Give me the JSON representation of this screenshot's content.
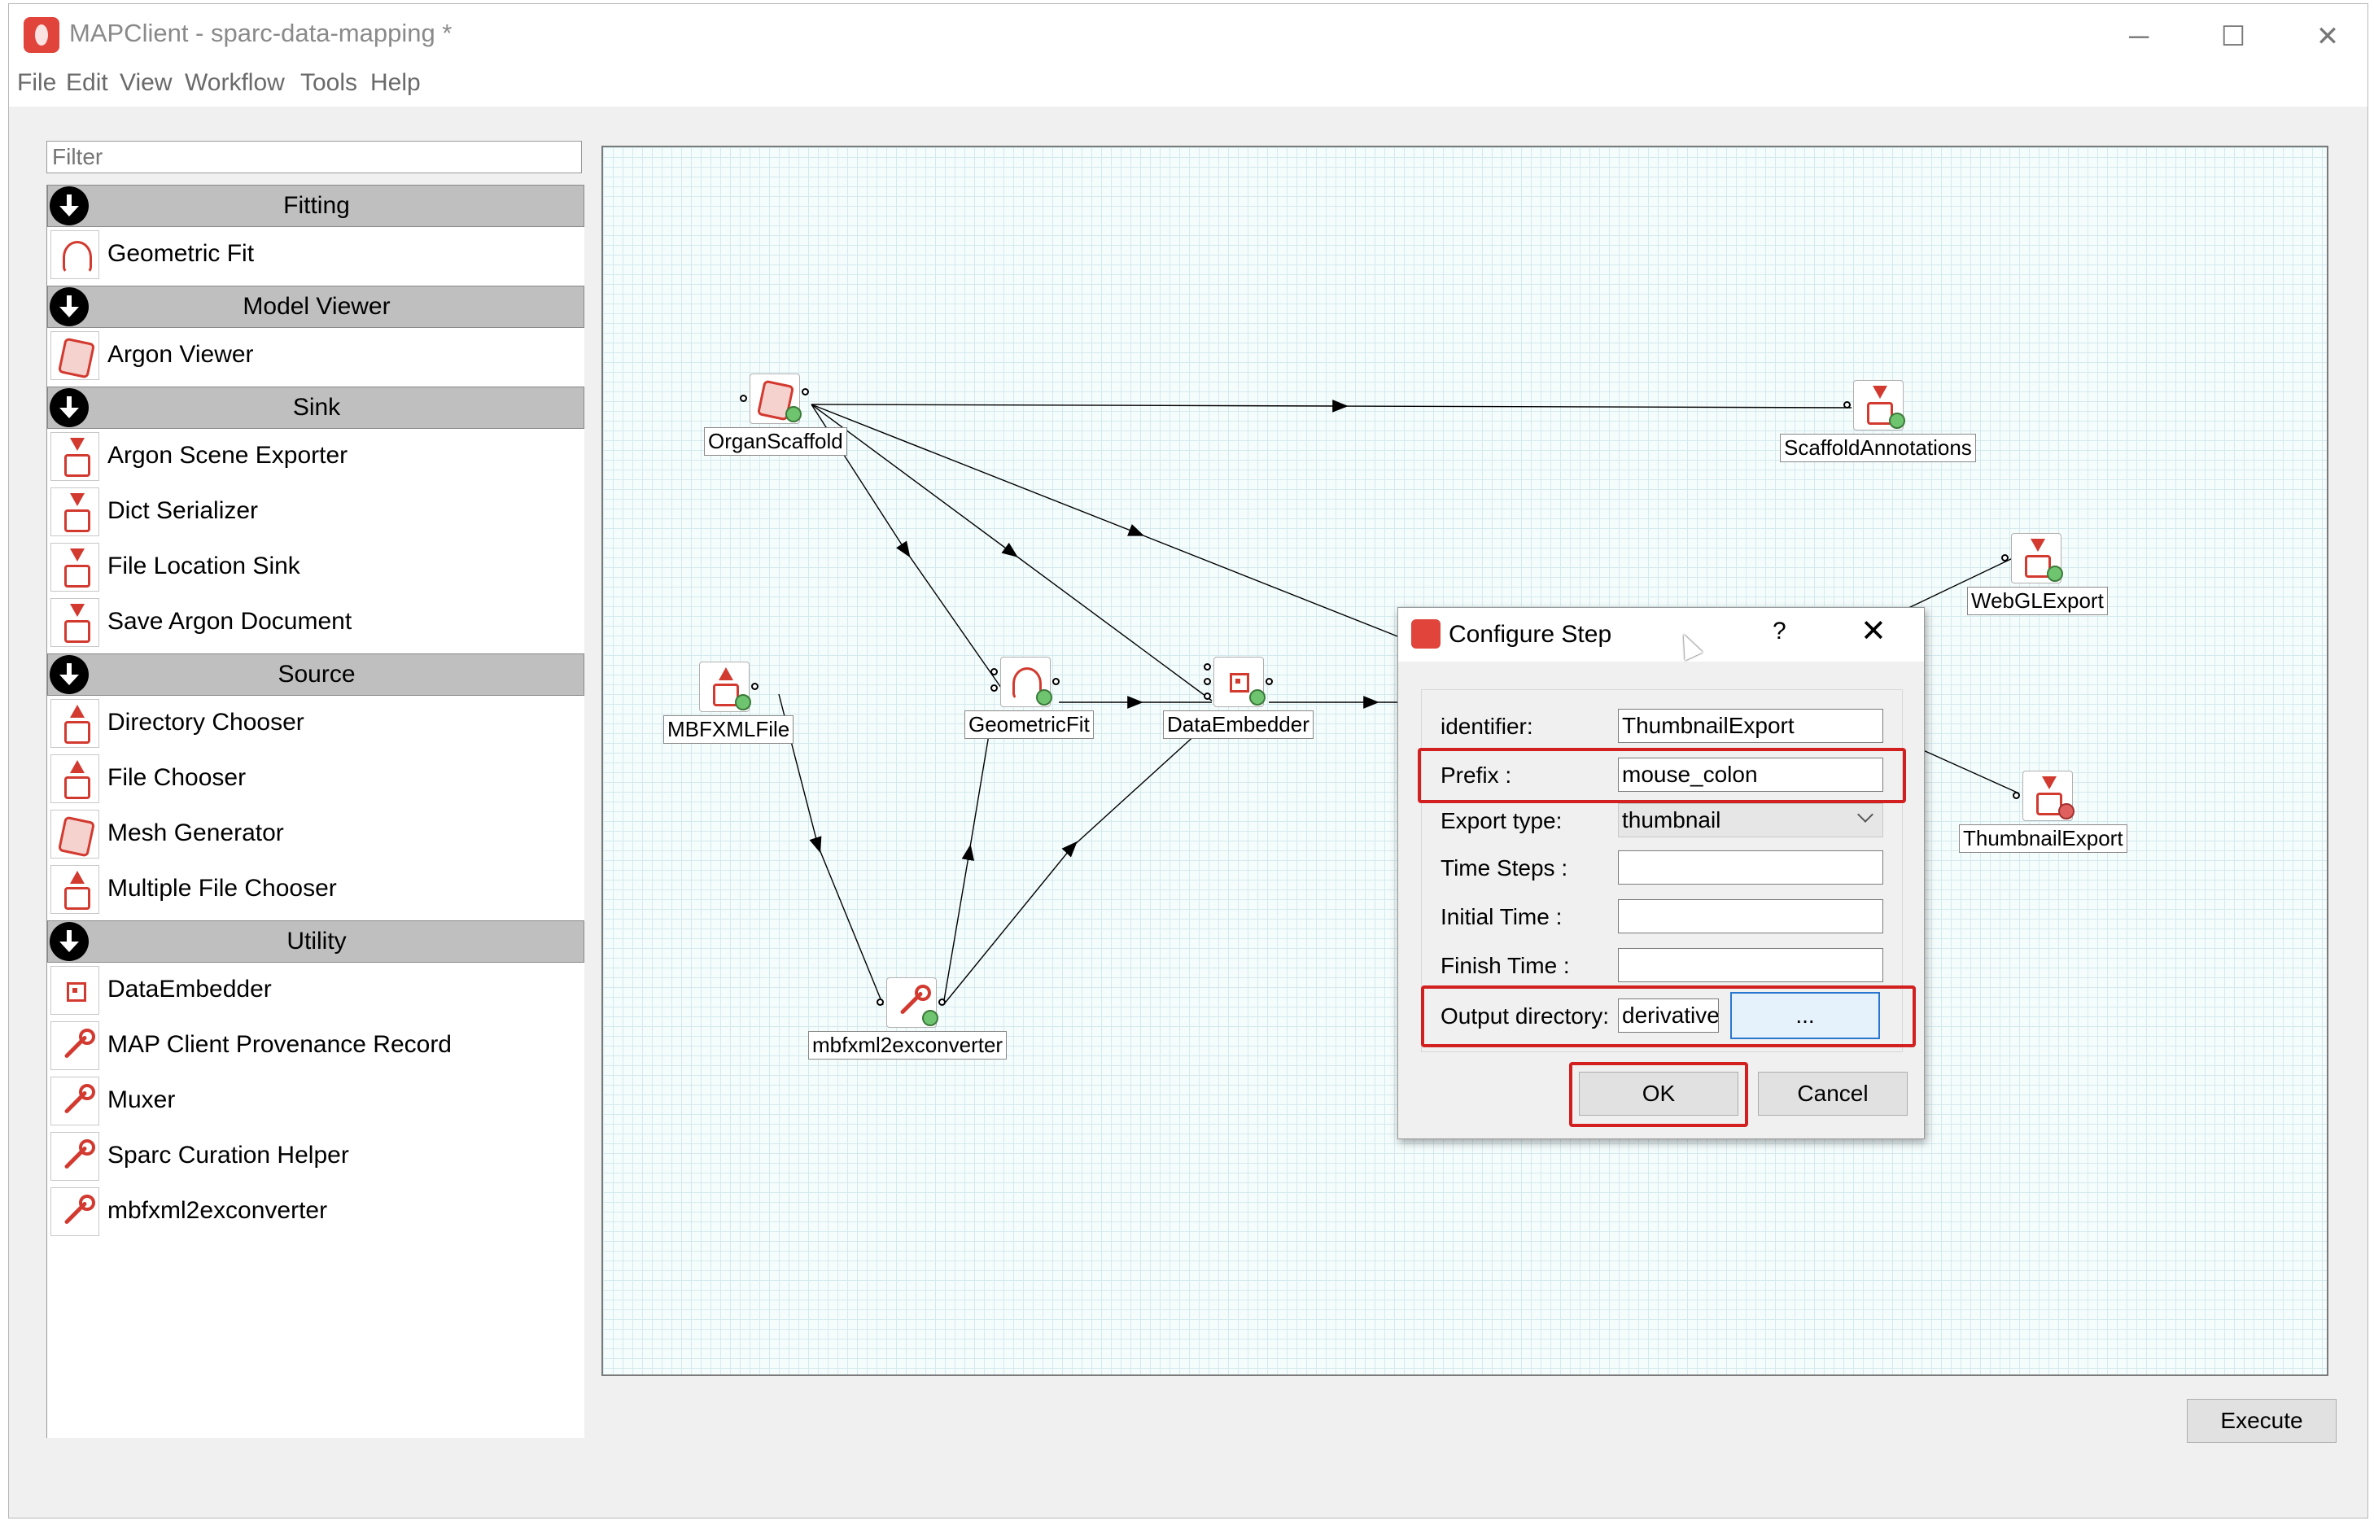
{
  "window": {
    "title": "MAPClient - sparc-data-mapping *",
    "minimize_glyph": "─",
    "maximize_glyph": "☐",
    "close_glyph": "✕"
  },
  "menu": [
    "File",
    "Edit",
    "View",
    "Workflow",
    "Tools",
    "Help"
  ],
  "filter": {
    "placeholder": "Filter"
  },
  "categories": [
    {
      "name": "Fitting",
      "items": [
        {
          "label": "Geometric Fit",
          "icon": "geometric-fit-icon"
        }
      ]
    },
    {
      "name": "Model Viewer",
      "items": [
        {
          "label": "Argon Viewer",
          "icon": "argon-viewer-icon"
        }
      ]
    },
    {
      "name": "Sink",
      "items": [
        {
          "label": "Argon Scene Exporter",
          "icon": "sink-icon"
        },
        {
          "label": "Dict Serializer",
          "icon": "sink-icon"
        },
        {
          "label": "File Location Sink",
          "icon": "sink-icon"
        },
        {
          "label": "Save Argon Document",
          "icon": "sink-icon"
        }
      ]
    },
    {
      "name": "Source",
      "items": [
        {
          "label": "Directory Chooser",
          "icon": "source-icon"
        },
        {
          "label": "File Chooser",
          "icon": "source-icon"
        },
        {
          "label": "Mesh Generator",
          "icon": "mesh-generator-icon"
        },
        {
          "label": "Multiple File Chooser",
          "icon": "source-icon"
        }
      ]
    },
    {
      "name": "Utility",
      "items": [
        {
          "label": "DataEmbedder",
          "icon": "data-embedder-icon"
        },
        {
          "label": "MAP Client Provenance Record",
          "icon": "wrench-icon"
        },
        {
          "label": "Muxer",
          "icon": "wrench-icon"
        },
        {
          "label": "Sparc Curation Helper",
          "icon": "wrench-icon"
        },
        {
          "label": "mbfxml2exconverter",
          "icon": "wrench-icon"
        }
      ]
    }
  ],
  "workflow_nodes": [
    {
      "label": "OrganScaffold",
      "icon": "argon-viewer-icon",
      "status": "ok"
    },
    {
      "label": "ScaffoldAnnotations",
      "icon": "sink-icon",
      "status": "ok"
    },
    {
      "label": "WebGLExport",
      "icon": "sink-icon",
      "status": "ok"
    },
    {
      "label": "MBFXMLFile",
      "icon": "source-icon",
      "status": "ok"
    },
    {
      "label": "GeometricFit",
      "icon": "geometric-fit-icon",
      "status": "ok"
    },
    {
      "label": "DataEmbedder",
      "icon": "data-embedder-icon",
      "status": "ok"
    },
    {
      "label": "ThumbnailExport",
      "icon": "sink-icon",
      "status": "error"
    },
    {
      "label": "mbfxml2exconverter",
      "icon": "wrench-icon",
      "status": "ok"
    }
  ],
  "execute_label": "Execute",
  "dialog": {
    "title": "Configure Step",
    "help_glyph": "?",
    "close_glyph": "✕",
    "fields": {
      "identifier": {
        "label": "identifier:",
        "value": "ThumbnailExport"
      },
      "prefix": {
        "label": "Prefix :",
        "value": "mouse_colon"
      },
      "export_type": {
        "label": "Export type:",
        "value": "thumbnail"
      },
      "time_steps": {
        "label": "Time Steps :",
        "value": ""
      },
      "initial_time": {
        "label": "Initial Time :",
        "value": ""
      },
      "finish_time": {
        "label": "Finish Time :",
        "value": ""
      },
      "output_directory": {
        "label": "Output directory:",
        "value": "derivative"
      }
    },
    "browse_label": "...",
    "ok_label": "OK",
    "cancel_label": "Cancel"
  },
  "colors": {
    "accent": "#d23a30",
    "highlight": "#d21f1f",
    "status_ok": "#6fc46f",
    "status_error": "#e06060"
  }
}
